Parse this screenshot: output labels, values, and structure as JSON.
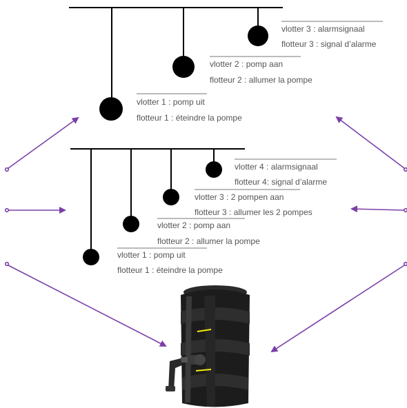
{
  "colors": {
    "line": "#000000",
    "float": "#000000",
    "label_text": "#555555",
    "rule": "#777777",
    "arrow": "#7a3fa8",
    "tank": "#1c1c1c",
    "level_mark": "#f5ea12"
  },
  "diagram_top": {
    "floats": [
      {
        "line1": "vlotter 3 : alarmsignaal",
        "line2": "flotteur 3 : signal d’alarme"
      },
      {
        "line1": "vlotter 2 : pomp aan",
        "line2": "flotteur 2 : allumer la pompe"
      },
      {
        "line1": "vlotter 1 : pomp uit",
        "line2": "flotteur 1 : éteindre la pompe"
      }
    ]
  },
  "diagram_bottom": {
    "floats": [
      {
        "line1": "vlotter 4 : alarmsignaal",
        "line2": "flotteur 4: signal d’alarme"
      },
      {
        "line1": "vlotter 3 : 2 pompen aan",
        "line2": "flotteur 3 : allumer les 2 pompes"
      },
      {
        "line1": "vlotter 2 : pomp aan",
        "line2": "flotteur 2 :  allumer la pompe"
      },
      {
        "line1": "vlotter 1 : pomp uit",
        "line2": "flotteur 1 :  éteindre la pompe"
      }
    ]
  },
  "tank_photo": {
    "icon": "water-tank-icon"
  }
}
